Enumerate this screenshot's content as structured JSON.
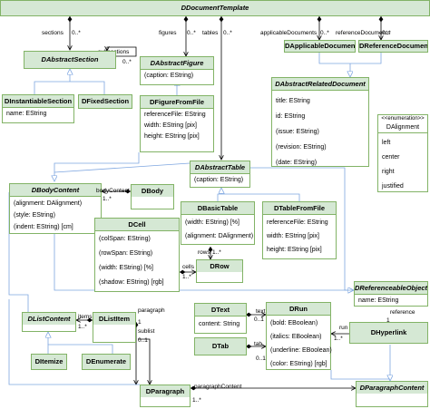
{
  "root": {
    "name": "DDocumentTemplate"
  },
  "classes": {
    "abstract_section": {
      "name": "DAbstractSection"
    },
    "instantiable_section": {
      "name": "DInstantiableSection",
      "attrs": [
        "name: EString"
      ]
    },
    "fixed_section": {
      "name": "DFixedSection"
    },
    "abstract_figure": {
      "name": "DAbstractFigure",
      "attrs": [
        "(caption: EString)"
      ]
    },
    "figure_from_file": {
      "name": "DFigureFromFile",
      "attrs": [
        "referenceFile: EString",
        "width: EString [pix]",
        "height: EString [pix]"
      ]
    },
    "applicable_document": {
      "name": "DApplicableDocument"
    },
    "reference_document": {
      "name": "DReferenceDocument"
    },
    "abstract_related_document": {
      "name": "DAbstractRelatedDocument",
      "attrs": [
        "title: EString",
        "id: EString",
        "(issue: EString)",
        "(revision: EString)",
        "(date: EString)"
      ]
    },
    "alignment": {
      "stereotype": "<<enumeration>>",
      "name": "DAlignment",
      "literals": [
        "left",
        "center",
        "right",
        "justified"
      ]
    },
    "abstract_table": {
      "name": "DAbstractTable",
      "attrs": [
        "(caption: EString)"
      ]
    },
    "body_content": {
      "name": "DBodyContent",
      "attrs": [
        "(alignment: DAlignment)",
        "(style: EString)",
        "(indent: EString) [cm]"
      ]
    },
    "body": {
      "name": "DBody"
    },
    "basic_table": {
      "name": "DBasicTable",
      "attrs": [
        "(width: EString) [%]",
        "(alignment: DAlignment)"
      ]
    },
    "table_from_file": {
      "name": "DTableFromFile",
      "attrs": [
        "referenceFile: EString",
        "width: EString [pix]",
        "height: EString [pix]"
      ]
    },
    "cell": {
      "name": "DCell",
      "attrs": [
        "(colSpan: EString)",
        "(rowSpan: EString)",
        "(width: EString) [%]",
        "(shadow: EString) [rgb]"
      ]
    },
    "row": {
      "name": "DRow"
    },
    "referenceable_object": {
      "name": "DReferenceableObject",
      "attrs": [
        "name: EString"
      ]
    },
    "list_content": {
      "name": "DListContent"
    },
    "list_item": {
      "name": "DListItem"
    },
    "itemize": {
      "name": "DItemize"
    },
    "enumerate": {
      "name": "DEnumerate"
    },
    "text": {
      "name": "DText",
      "attrs": [
        "content: String"
      ]
    },
    "tab": {
      "name": "DTab"
    },
    "run": {
      "name": "DRun",
      "attrs": [
        "(bold: EBoolean)",
        "(italics: EBoolean)",
        "(underline: EBoolean)",
        "(color: EString) [rgb]"
      ]
    },
    "hyperlink": {
      "name": "DHyperlink"
    },
    "paragraph": {
      "name": "DParagraph"
    },
    "paragraph_content": {
      "name": "DParagraphContent"
    }
  },
  "associations": {
    "sections": "sections",
    "sections_mult": "0..*",
    "subsections": "subsections",
    "subsections_mult": "0..*",
    "figures": "figures",
    "figures_mult": "0..*",
    "tables": "tables",
    "tables_mult": "0..*",
    "applicable_documents": "applicableDocuments",
    "applicable_documents_mult": "0..*",
    "reference_documents": "referenceDocuments",
    "reference_documents_mult": "0..*",
    "body_content": "bodyContent",
    "body_content_mult": "1..*",
    "rows": "rows",
    "rows_mult": "1..*",
    "cells": "cells",
    "cells_mult": "1..*",
    "items": "items",
    "items_mult": "1..*",
    "paragraph": "paragraph",
    "paragraph_mult": "1",
    "sublist": "sublist",
    "sublist_mult": "0..1",
    "text": "text",
    "text_mult": "0..1",
    "tab": "tab",
    "tab_mult": "0..1",
    "run": "run",
    "run_mult": "1..*",
    "reference": "reference",
    "reference_mult": "1",
    "paragraph_content": "paragraphContent",
    "paragraph_content_mult": "1..*"
  },
  "colors": {
    "fill": "#d5e8d4",
    "border": "#82b366",
    "line": "#7ea6e0"
  }
}
